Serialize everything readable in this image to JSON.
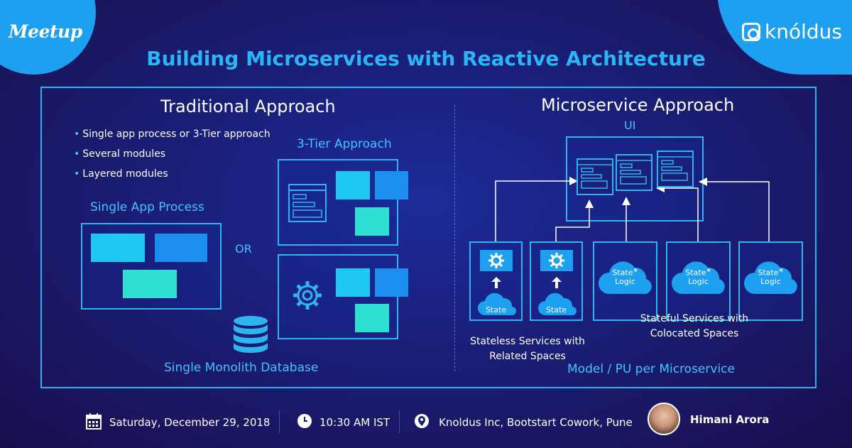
{
  "brand": {
    "meetup": "Meetup",
    "company": "knóldus"
  },
  "title": "Building Microservices with Reactive Architecture",
  "traditional": {
    "heading": "Traditional Approach",
    "bullets": [
      "Single app process or 3-Tier approach",
      "Several modules",
      "Layered modules"
    ],
    "single_app_label": "Single App Process",
    "or_label": "OR",
    "three_tier_label": "3-Tier Approach",
    "database_label": "Single Monolith Database"
  },
  "microservice": {
    "heading": "Microservice Approach",
    "ui_label": "UI",
    "stateless": {
      "box_label": "State",
      "caption_line1": "Stateless Services with",
      "caption_line2": "Related Spaces"
    },
    "stateful": {
      "cloud_line1": "State",
      "cloud_line2": "Logic",
      "star": "★",
      "caption_line1": "Stateful Services with",
      "caption_line2": "Colocated Spaces"
    },
    "model_label": "Model / PU per Microservice"
  },
  "footer": {
    "date": "Saturday, December 29, 2018",
    "time": "10:30 AM IST",
    "location": "Knoldus Inc, Bootstart Cowork, Pune",
    "speaker": "Himani Arora"
  },
  "colors": {
    "accent": "#2fb4f0",
    "cyan_text": "#3fc4ff",
    "block_light": "#1ec8f2",
    "block_blue": "#1a8ff0",
    "block_teal": "#2fe0d2"
  },
  "icons": {
    "calendar": "calendar-icon",
    "clock": "clock-icon",
    "location": "location-pin-icon",
    "gear": "gear-icon",
    "database": "database-icon",
    "cloud": "cloud-icon",
    "window": "window-icon"
  }
}
